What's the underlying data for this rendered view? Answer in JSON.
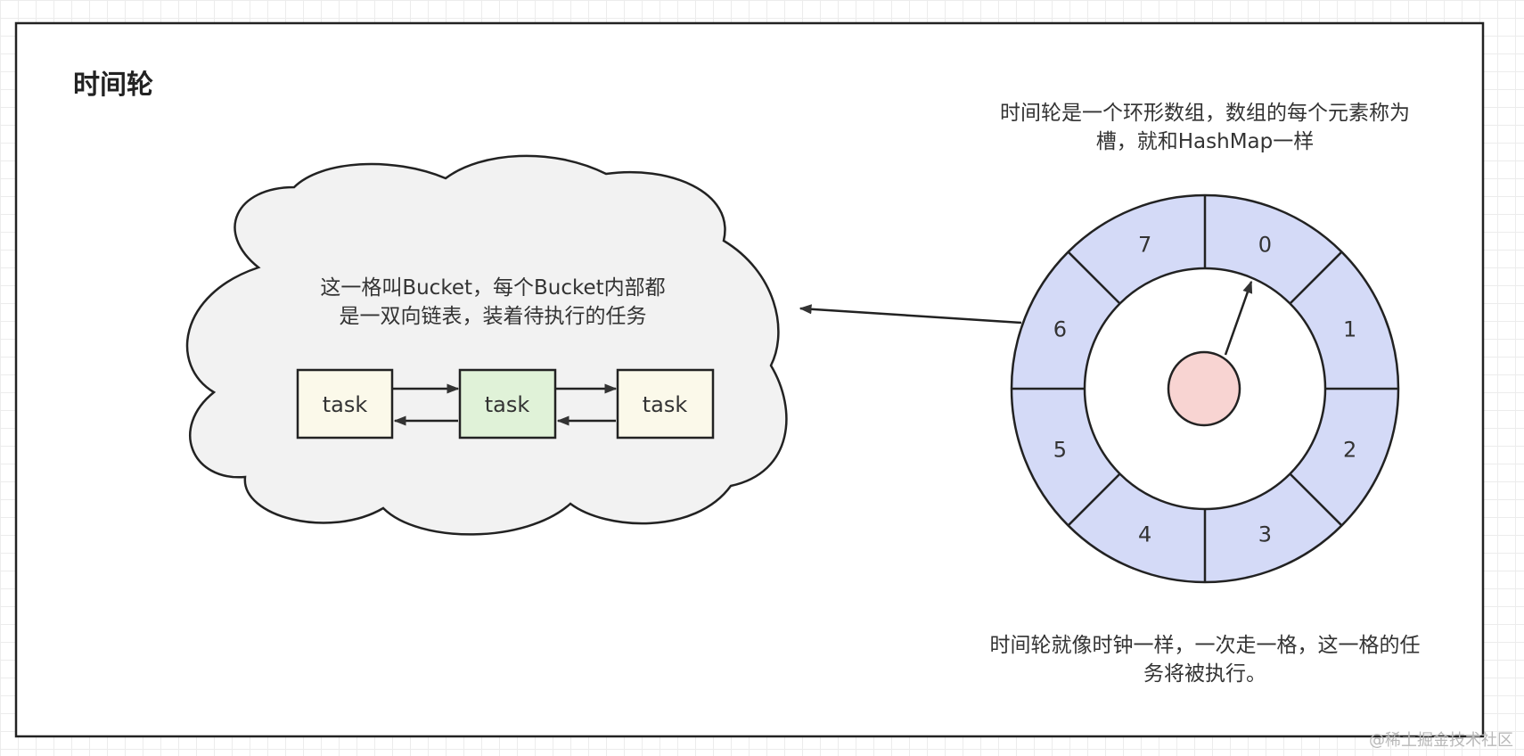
{
  "title": "时间轮",
  "description_top": [
    "时间轮是一个环形数组，数组的每个元素称为",
    "槽，就和HashMap一样"
  ],
  "description_bottom": [
    "时间轮就像时钟一样，一次走一格，这一格的任",
    "务将被执行。"
  ],
  "bucket": {
    "text": [
      "这一格叫Bucket，每个Bucket内部都",
      "是一双向链表，装着待执行的任务"
    ],
    "tasks": [
      "task",
      "task",
      "task"
    ]
  },
  "wheel": {
    "slots": [
      "0",
      "1",
      "2",
      "3",
      "4",
      "5",
      "6",
      "7"
    ],
    "current_slot": "0"
  },
  "watermark": "@稀土掘金技术社区",
  "colors": {
    "ring_fill": "#d4daf7",
    "hub_fill": "#f8d4d2",
    "cloud_fill": "#f2f2f2",
    "task_fill": "#fbf9ea",
    "task_active_fill": "#e0f2d8",
    "stroke": "#333333"
  }
}
